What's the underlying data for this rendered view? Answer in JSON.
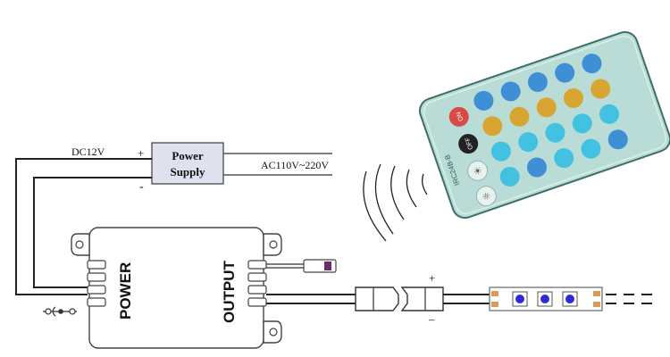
{
  "power_supply": {
    "line1": "Power",
    "line2": "Supply"
  },
  "labels": {
    "dc": "DC12V",
    "ac": "AC110V~220V",
    "plus_left": "+",
    "minus_left": "-",
    "plus_strip": "+",
    "minus_strip": "–"
  },
  "controller": {
    "power_label": "POWER",
    "output_label": "OUTPUT"
  },
  "remote": {
    "model": "IRC24B-B",
    "body_color": "#b9ddd6",
    "on_label": "ON",
    "off_label": "OFF",
    "colors": {
      "red": "#d84a46",
      "black": "#222222",
      "blue": "#3f8fd6",
      "gold": "#d8a533",
      "cyan": "#43c1e1",
      "white": "#e7f1ee"
    }
  },
  "strip": {
    "pad_color": "#d99a52",
    "led_color": "#2d2ad6"
  },
  "colors": {
    "ps_fill": "#dfe1ee",
    "ps_border": "#555555"
  }
}
